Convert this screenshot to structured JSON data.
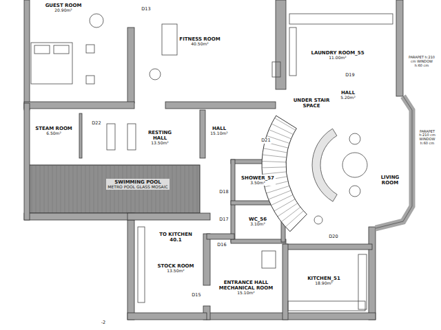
{
  "diagram": {
    "nodes": [
      {
        "text": [
          "GUEST ROOM",
          "20.90m²"
        ]
      },
      {
        "text": [
          "FITNESS ROOM",
          "40.50m²"
        ]
      },
      {
        "text": [
          "LAUNDRY ROOM_55",
          "11.00m²"
        ]
      },
      {
        "text": [
          "HALL",
          "5.20m²"
        ]
      },
      {
        "text": [
          "UNDER STAIR SPACE"
        ]
      },
      {
        "text": [
          "LIVING ROOM"
        ]
      },
      {
        "text": [
          "STEAM ROOM",
          "6.50m²"
        ]
      },
      {
        "text": [
          "RESTING HALL",
          "13.50m²"
        ]
      },
      {
        "text": [
          "HALL",
          "15.10m²"
        ]
      },
      {
        "text": [
          "SWIMMING POOL",
          "METRO POOL GLASS MOSAIC"
        ]
      },
      {
        "text": [
          "SHOWER_57",
          "3.50m²"
        ]
      },
      {
        "text": [
          "WC_56",
          "3.10m²"
        ]
      },
      {
        "text": [
          "TO KITCHEN 40.1"
        ]
      },
      {
        "text": [
          "STOCK ROOM",
          "13.50m²"
        ]
      },
      {
        "text": [
          "ENTRANCE HALL MECHANICAL ROOM",
          "15.10m²"
        ]
      },
      {
        "text": [
          "KITCHEN_51",
          "18.90m²"
        ]
      }
    ],
    "labels": [
      "D13",
      "D19",
      "D21",
      "D22",
      "D18",
      "D17",
      "D16",
      "D15",
      "D20",
      "PARAPET h:210 cm WINDOW h:60 cm",
      "PARAPET h:210 cm WINDOW h:60 cm",
      "-2"
    ]
  }
}
